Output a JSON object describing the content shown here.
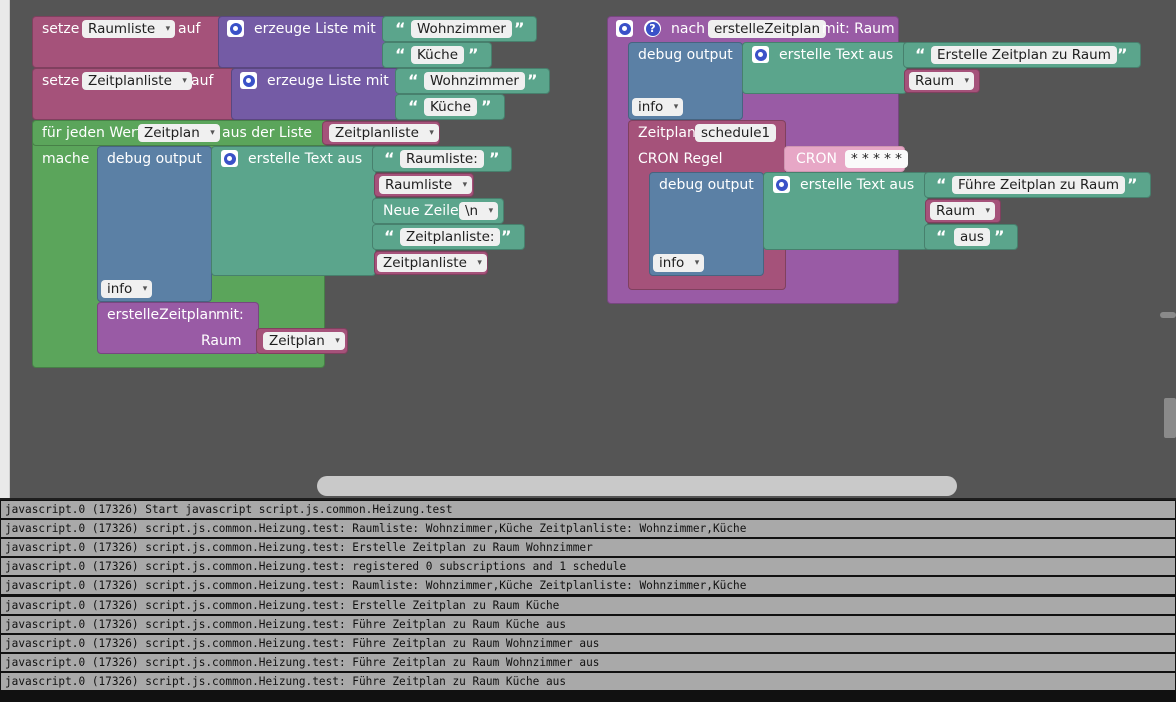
{
  "blocks": {
    "setze1": {
      "setze": "setze",
      "var": "Raumliste",
      "auf": "auf",
      "erzeuge": "erzeuge Liste mit",
      "item1": "Wohnzimmer",
      "item2": "Küche"
    },
    "setze2": {
      "setze": "setze",
      "var": "Zeitplanliste",
      "auf": "auf",
      "erzeuge": "erzeuge Liste mit",
      "item1": "Wohnzimmer",
      "item2": "Küche"
    },
    "loop": {
      "fuer": "für jeden Wert",
      "var": "Zeitplan",
      "aus": "aus der Liste",
      "list": "Zeitplanliste",
      "mache": "mache"
    },
    "debug1": {
      "label": "debug output",
      "erstelle": "erstelle Text aus",
      "t1": "Raumliste:",
      "v1": "Raumliste",
      "neue": "Neue Zeile",
      "nl": "\\n",
      "t2": "Zeitplanliste:",
      "v2": "Zeitplanliste",
      "level": "info"
    },
    "call": {
      "label": "erstelleZeitplan",
      "mit": "mit:",
      "param": "Raum",
      "arg": "Zeitplan"
    },
    "proc": {
      "nach": "nach",
      "name": "erstelleZeitplan",
      "mit": "mit: Raum"
    },
    "debug2": {
      "label": "debug output",
      "erstelle": "erstelle Text aus",
      "t1": "Erstelle Zeitplan zu Raum",
      "v1": "Raum",
      "level": "info"
    },
    "schedule": {
      "label": "Zeitplan",
      "name": "schedule1",
      "cron_label": "CRON Regel",
      "cron": "CRON",
      "cron_value": "* * * * *"
    },
    "debug3": {
      "label": "debug output",
      "erstelle": "erstelle Text aus",
      "t1": "Führe Zeitplan zu Raum",
      "v1": "Raum",
      "t2": "aus",
      "level": "info"
    }
  },
  "quotes": {
    "open": "“",
    "close": "”"
  },
  "dropdown_arrow": "▾",
  "help_glyph": "?",
  "colors": {
    "setze": "#a5527a",
    "list": "#745ba5",
    "text": "#5ba58c",
    "debug": "#5b80a5",
    "loop": "#5ba55b",
    "procedure": "#995ba5",
    "workspace": "#555555"
  },
  "console": [
    "javascript.0 (17326) Start javascript script.js.common.Heizung.test",
    "javascript.0 (17326) script.js.common.Heizung.test: Raumliste: Wohnzimmer,Küche Zeitplanliste: Wohnzimmer,Küche",
    "javascript.0 (17326) script.js.common.Heizung.test: Erstelle Zeitplan zu Raum Wohnzimmer",
    "javascript.0 (17326) script.js.common.Heizung.test: registered 0 subscriptions and 1 schedule",
    "javascript.0 (17326) script.js.common.Heizung.test: Raumliste: Wohnzimmer,Küche Zeitplanliste: Wohnzimmer,Küche",
    "javascript.0 (17326) script.js.common.Heizung.test: Erstelle Zeitplan zu Raum Küche",
    "javascript.0 (17326) script.js.common.Heizung.test: Führe Zeitplan zu Raum Küche aus",
    "javascript.0 (17326) script.js.common.Heizung.test: Führe Zeitplan zu Raum Wohnzimmer aus",
    "javascript.0 (17326) script.js.common.Heizung.test: Führe Zeitplan zu Raum Wohnzimmer aus",
    "javascript.0 (17326) script.js.common.Heizung.test: Führe Zeitplan zu Raum Küche aus"
  ]
}
